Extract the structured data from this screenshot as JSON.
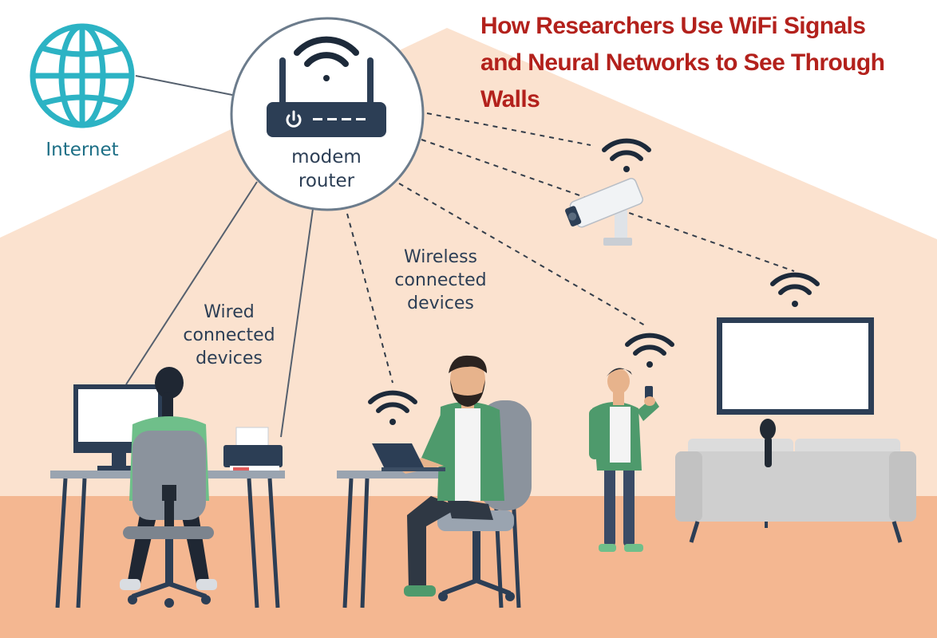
{
  "headline": {
    "line1": "How Researchers Use WiFi Signals",
    "line2": "and Neural Networks to See Through",
    "line3": "Walls"
  },
  "labels": {
    "internet": "Internet",
    "router_line1": "modem",
    "router_line2": "router",
    "wired_line1": "Wired",
    "wired_line2": "connected",
    "wired_line3": "devices",
    "wireless_line1": "Wireless",
    "wireless_line2": "connected",
    "wireless_line3": "devices"
  },
  "icons": [
    "globe-icon",
    "router-icon",
    "power-icon",
    "wifi-icon",
    "security-camera-icon",
    "television-icon",
    "laptop-icon",
    "smartphone-icon",
    "printer-icon",
    "desktop-monitor-icon"
  ],
  "colors": {
    "headline": "#b3211c",
    "house_wall": "#fbe2cf",
    "floor": "#f4b791",
    "router_body": "#2c3e55",
    "globe": "#2cb3c4",
    "shirt_green": "#4e9a6c"
  }
}
